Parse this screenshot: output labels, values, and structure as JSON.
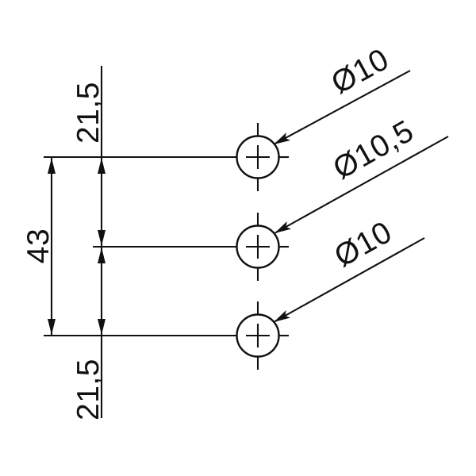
{
  "drawing_type": "hole-position-dimension-drawing",
  "dimensions": {
    "top_offset": {
      "label": "21,5"
    },
    "total_span": {
      "label": "43"
    },
    "bottom_offset": {
      "label": "21,5"
    }
  },
  "holes": {
    "top": {
      "diameter_label": "Ø10"
    },
    "middle": {
      "diameter_label": "Ø10,5"
    },
    "bottom": {
      "diameter_label": "Ø10"
    }
  },
  "colors": {
    "line": "#111111",
    "background": "#ffffff"
  }
}
